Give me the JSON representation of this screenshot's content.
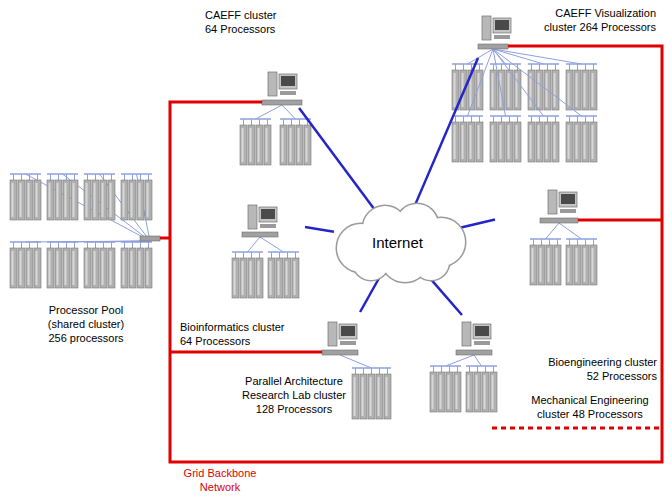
{
  "diagram": {
    "nodes": [
      {
        "text": [
          "CAEFF cluster 64 Processors"
        ]
      },
      {
        "text": [
          "CAEFF Visualization cluster 264 Processors"
        ]
      },
      {
        "text": [
          "Processor Pool (shared cluster) 256 processors"
        ]
      },
      {
        "text": [
          "Bioinformatics cluster 64 Processors"
        ]
      },
      {
        "text": [
          "Internet"
        ]
      },
      {
        "text": [
          "Bioengineering cluster 52 Processors"
        ]
      },
      {
        "text": [
          "Parallel Architecture Research Lab cluster 128 Processors"
        ]
      },
      {
        "text": [
          "Mechanical Engineering cluster 48 Processors"
        ]
      }
    ],
    "edges": [
      {
        "from": 4,
        "to": 0,
        "arrow": "none"
      },
      {
        "from": 4,
        "to": 1,
        "arrow": "none"
      },
      {
        "from": 4,
        "to": 3,
        "arrow": "none"
      },
      {
        "from": 4,
        "to": 5,
        "arrow": "none"
      },
      {
        "from": 4,
        "to": 6,
        "arrow": "none"
      },
      {
        "from": 4,
        "to": 7,
        "arrow": "none"
      }
    ],
    "labels": [
      "Grid Backbone Network"
    ]
  }
}
